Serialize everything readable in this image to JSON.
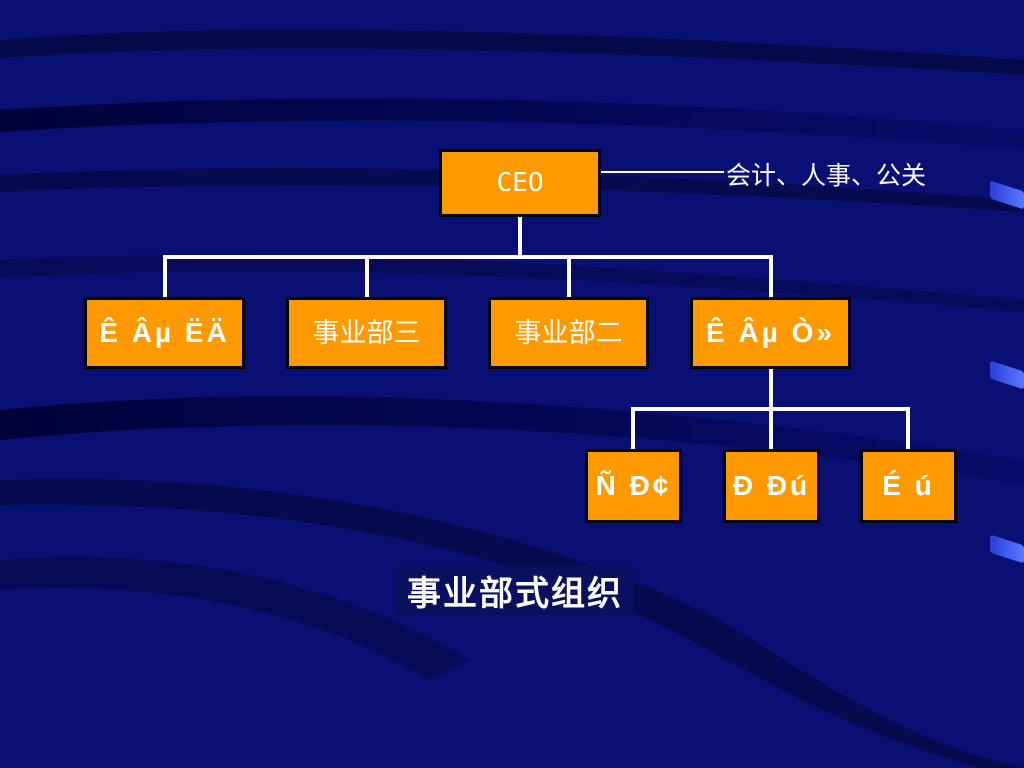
{
  "slide": {
    "title": "事业部式组织"
  },
  "org_chart": {
    "root": {
      "label": "CEO",
      "side_note": "会计、人事、公关"
    },
    "level2": [
      {
        "label": "Ê Âµ ËÄ"
      },
      {
        "label": "事业部三"
      },
      {
        "label": "事业部二"
      },
      {
        "label": "Ê Âµ Ò»"
      }
    ],
    "level3": [
      {
        "label": "Ñ Ð¢"
      },
      {
        "label": "Ð Ðú"
      },
      {
        "label": "É ú"
      }
    ]
  },
  "colors": {
    "background": "#0a0f73",
    "box_fill": "#ff9900",
    "box_border": "#000000",
    "connector": "#ffffff"
  }
}
